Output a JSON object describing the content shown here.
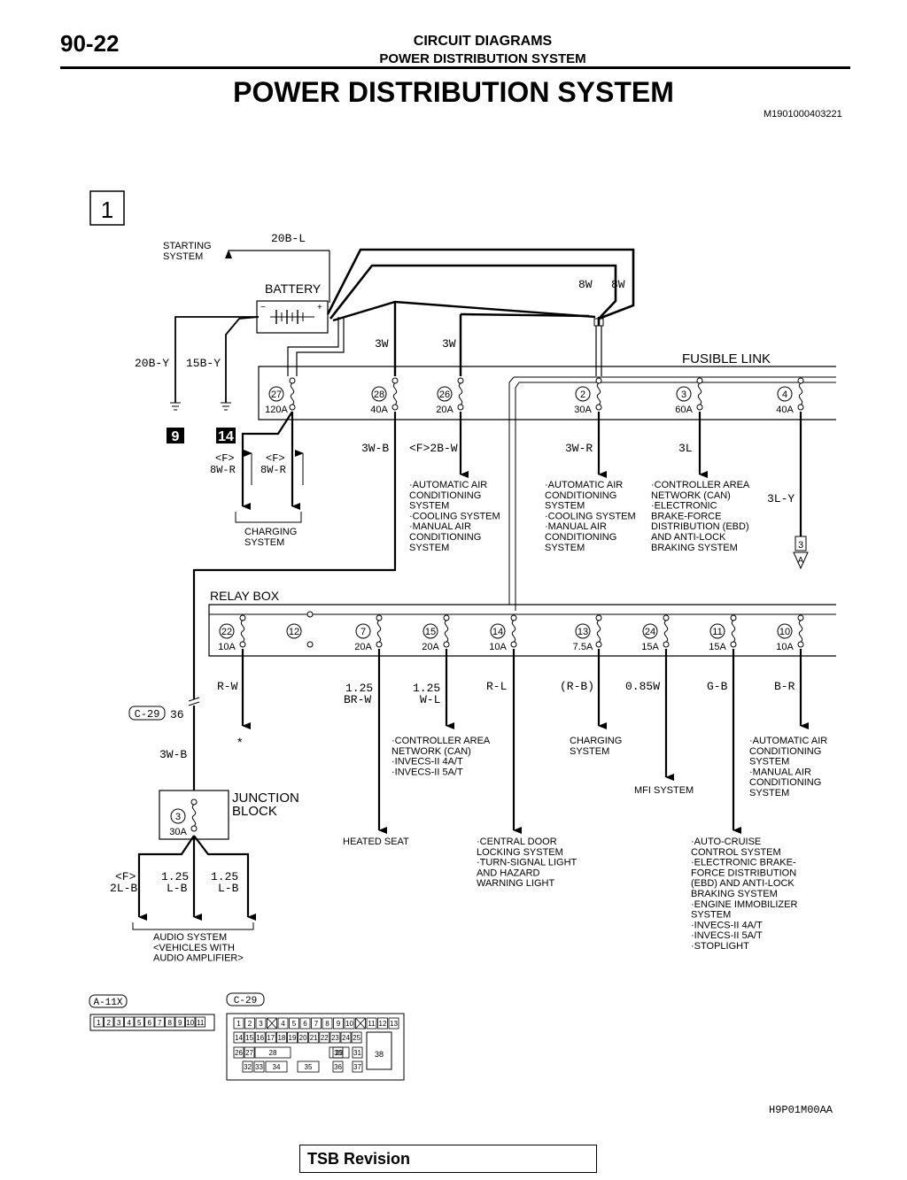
{
  "header": {
    "page_number": "90-22",
    "section": "CIRCUIT DIAGRAMS",
    "subsection": "POWER DISTRIBUTION SYSTEM",
    "title": "POWER DISTRIBUTION SYSTEM",
    "doc_code": "M1901000403221"
  },
  "diagram": {
    "sheet": "1",
    "starting_system": [
      "STARTING",
      "SYSTEM"
    ],
    "battery_label": "BATTERY",
    "battery_minus": "−",
    "battery_plus": "+",
    "fusible_link_label": "FUSIBLE LINK",
    "relay_box_label": "RELAY BOX",
    "junction_block_label": [
      "JUNCTION",
      "BLOCK"
    ],
    "wires": {
      "w_20bl": "20B-L",
      "w_20by": "20B-Y",
      "w_15by": "15B-Y",
      "w_8w_a": "8W",
      "w_8w_b": "8W",
      "w_3w_a": "3W",
      "w_3w_b": "3W",
      "w_3wb_fl": "3W-B",
      "w_f2bw": "<F>2B-W",
      "w_3wr": "3W-R",
      "w_3l": "3L",
      "w_3ly": "3L-Y",
      "w_f8wr_a": [
        "<F>",
        "8W-R"
      ],
      "w_f8wr_b": [
        "<F>",
        "8W-R"
      ],
      "w_3wb_jb": "3W-B",
      "w_rw": "R-W",
      "w_125brw": [
        "1.25",
        "BR-W"
      ],
      "w_125wl": [
        "1.25",
        "W-L"
      ],
      "w_rl": "R-L",
      "w_rb": "(R-B)",
      "w_085w": "0.85W",
      "w_gb": "G-B",
      "w_br": "B-R",
      "w_f2lb": [
        "<F>",
        "2L-B"
      ],
      "w_125lb_a": [
        "1.25",
        "L-B"
      ],
      "w_125lb_b": [
        "1.25",
        "L-B"
      ]
    },
    "ground_9": "9",
    "ground_14": "14",
    "fusible_links": [
      {
        "num": "27",
        "amp": "120A"
      },
      {
        "num": "28",
        "amp": "40A"
      },
      {
        "num": "26",
        "amp": "20A"
      },
      {
        "num": "2",
        "amp": "30A"
      },
      {
        "num": "3",
        "amp": "60A"
      },
      {
        "num": "4",
        "amp": "40A"
      }
    ],
    "relay_fuses": [
      {
        "num": "22",
        "amp": "10A"
      },
      {
        "num": "12",
        "amp": ""
      },
      {
        "num": "7",
        "amp": "20A"
      },
      {
        "num": "15",
        "amp": "20A"
      },
      {
        "num": "14",
        "amp": "10A"
      },
      {
        "num": "13",
        "amp": "7.5A"
      },
      {
        "num": "24",
        "amp": "15A"
      },
      {
        "num": "11",
        "amp": "15A"
      },
      {
        "num": "10",
        "amp": "10A"
      }
    ],
    "junction_fuse": {
      "num": "3",
      "amp": "30A"
    },
    "connector_c29": "C-29",
    "connector_c29_pin": "36",
    "offpage_num": "3",
    "offpage_letter": "A",
    "asterisk": "*",
    "charging_system": [
      "CHARGING",
      "SYSTEM"
    ],
    "dest_fl26": [
      "·AUTOMATIC AIR",
      "CONDITIONING",
      "SYSTEM",
      "·COOLING SYSTEM",
      "·MANUAL AIR",
      "CONDITIONING",
      "SYSTEM"
    ],
    "dest_fl2": [
      "·AUTOMATIC AIR",
      "CONDITIONING",
      "SYSTEM",
      "·COOLING SYSTEM",
      "·MANUAL AIR",
      "CONDITIONING",
      "SYSTEM"
    ],
    "dest_fl3": [
      "·CONTROLLER AREA",
      "NETWORK (CAN)",
      "·ELECTRONIC",
      "BRAKE-FORCE",
      "DISTRIBUTION (EBD)",
      "AND ANTI-LOCK",
      "BRAKING SYSTEM"
    ],
    "dest_rb15": [
      "·CONTROLLER AREA",
      "NETWORK (CAN)",
      "·INVECS-II 4A/T",
      "·INVECS-II 5A/T"
    ],
    "dest_rb13": [
      "CHARGING",
      "SYSTEM"
    ],
    "dest_rb24": [
      "MFI SYSTEM"
    ],
    "dest_rb10": [
      "·AUTOMATIC AIR",
      "CONDITIONING",
      "SYSTEM",
      "·MANUAL AIR",
      "CONDITIONING",
      "SYSTEM"
    ],
    "dest_rb7": [
      "HEATED SEAT"
    ],
    "dest_rb14": [
      "·CENTRAL DOOR",
      "LOCKING SYSTEM",
      "·TURN-SIGNAL LIGHT",
      "AND HAZARD",
      "WARNING LIGHT"
    ],
    "dest_rb11": [
      "·AUTO-CRUISE",
      "CONTROL SYSTEM",
      "·ELECTRONIC BRAKE-",
      "FORCE DISTRIBUTION",
      "(EBD) AND ANTI-LOCK",
      "BRAKING SYSTEM",
      "·ENGINE IMMOBILIZER",
      "SYSTEM",
      "·INVECS-II 4A/T",
      "·INVECS-II 5A/T",
      "·STOPLIGHT"
    ],
    "dest_audio": [
      "AUDIO SYSTEM",
      "<VEHICLES WITH",
      "AUDIO  AMPLIFIER>"
    ],
    "connector_a11x": {
      "label": "A-11X",
      "pins": [
        "1",
        "2",
        "3",
        "4",
        "5",
        "6",
        "7",
        "8",
        "9",
        "10",
        "11"
      ]
    },
    "connector_c29_face": {
      "label": "C-29",
      "row1": [
        "1",
        "2",
        "3",
        "",
        "4",
        "5",
        "6",
        "7",
        "8",
        "9",
        "10",
        "",
        "11",
        "12",
        "13"
      ],
      "row2": [
        "14",
        "15",
        "16",
        "17",
        "18",
        "19",
        "20",
        "21",
        "22",
        "23",
        "24",
        "25"
      ],
      "row3": [
        "26",
        "27",
        "28",
        "29",
        "30",
        "31"
      ],
      "row4": [
        "32",
        "33",
        "34",
        "35",
        "36",
        "37"
      ],
      "big": "38"
    }
  },
  "footer": {
    "figure_code": "H9P01M00AA",
    "tsb_label": "TSB Revision"
  }
}
